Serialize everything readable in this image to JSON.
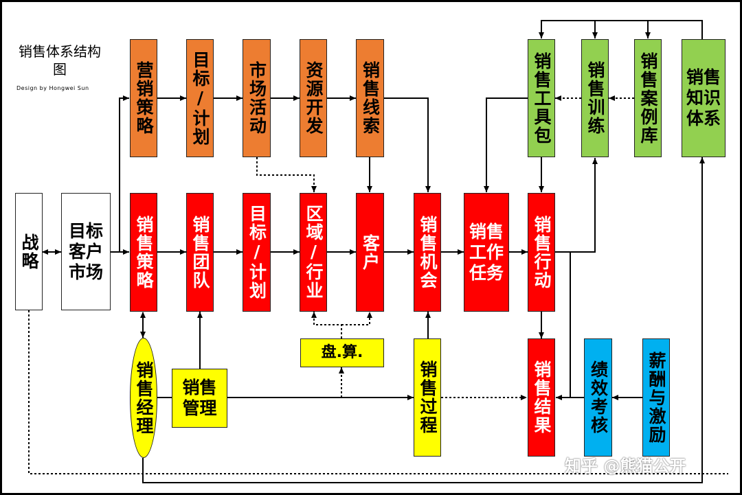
{
  "title": "销售体系结构图",
  "credit": "Design by Hongwei Sun",
  "watermark": "知乎 @熊猫公开",
  "colors": {
    "marketing": "#ED7D31",
    "core": "#FF0000",
    "support": "#92D050",
    "performance": "#00B0F0",
    "management": "#FFFF00"
  },
  "nodes": {
    "strategy": "战略",
    "target_market": "目标客户市场",
    "marketing_strategy": "营销策略",
    "marketing_goal": "目标/计划",
    "market_activity": "市场活动",
    "resource_dev": "资源开发",
    "sales_leads": "销售线索",
    "sales_strategy": "销售策略",
    "sales_team": "销售团队",
    "sales_goal": "目标/计划",
    "region": "区域/行业",
    "customer": "客户",
    "opportunity": "销售机会",
    "task": "销售工作任务",
    "action": "销售行动",
    "toolkit": "销售工具包",
    "training": "销售训练",
    "case_lib": "销售案例库",
    "knowledge": "销售知识体系",
    "manager": "销售经理",
    "management": "销售管理",
    "forecast": "盘.算.",
    "process": "销售过程",
    "result": "销售结果",
    "assessment": "绩效考核",
    "compensation": "薪酬与激励"
  }
}
